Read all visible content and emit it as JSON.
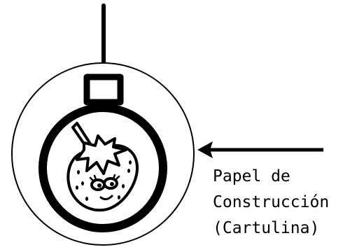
{
  "label": {
    "line1": "Papel de",
    "line2": "Construcción",
    "line3": "(Cartulina)"
  },
  "colors": {
    "ink": "#000000",
    "paper": "#ffffff"
  }
}
